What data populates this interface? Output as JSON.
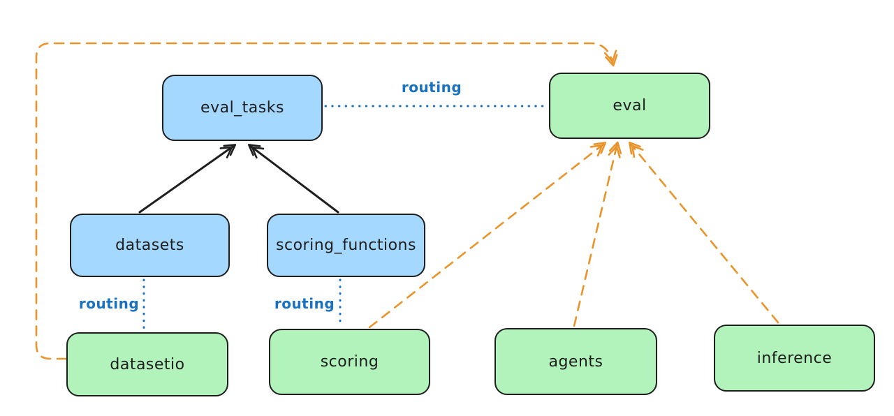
{
  "diagram": {
    "kind": "excalidraw-style architecture diagram",
    "nodes": [
      {
        "id": "eval_tasks",
        "label": "eval_tasks",
        "color": "blue"
      },
      {
        "id": "eval",
        "label": "eval",
        "color": "green"
      },
      {
        "id": "datasets",
        "label": "datasets",
        "color": "blue"
      },
      {
        "id": "scoring_functions",
        "label": "scoring_functions",
        "color": "blue"
      },
      {
        "id": "datasetio",
        "label": "datasetio",
        "color": "green"
      },
      {
        "id": "scoring",
        "label": "scoring",
        "color": "green"
      },
      {
        "id": "agents",
        "label": "agents",
        "color": "green"
      },
      {
        "id": "inference",
        "label": "inference",
        "color": "green"
      }
    ],
    "edges": [
      {
        "from": "datasets",
        "to": "eval_tasks",
        "style": "solid",
        "color": "black",
        "arrow": true,
        "label": ""
      },
      {
        "from": "scoring_functions",
        "to": "eval_tasks",
        "style": "solid",
        "color": "black",
        "arrow": true,
        "label": ""
      },
      {
        "from": "eval_tasks",
        "to": "eval",
        "style": "dotted",
        "color": "blue",
        "arrow": false,
        "label": "routing"
      },
      {
        "from": "datasets",
        "to": "datasetio",
        "style": "dotted",
        "color": "blue",
        "arrow": false,
        "label": "routing"
      },
      {
        "from": "scoring_functions",
        "to": "scoring",
        "style": "dotted",
        "color": "blue",
        "arrow": false,
        "label": "routing"
      },
      {
        "from": "datasetio",
        "to": "eval",
        "style": "dashed",
        "color": "orange",
        "arrow": true,
        "label": ""
      },
      {
        "from": "scoring",
        "to": "eval",
        "style": "dashed",
        "color": "orange",
        "arrow": true,
        "label": ""
      },
      {
        "from": "agents",
        "to": "eval",
        "style": "dashed",
        "color": "orange",
        "arrow": true,
        "label": ""
      },
      {
        "from": "inference",
        "to": "eval",
        "style": "dashed",
        "color": "orange",
        "arrow": true,
        "label": ""
      }
    ],
    "edge_labels": {
      "eval_tasks_eval": "routing",
      "datasets_datasetio": "routing",
      "scoring_functions_scoring": "routing"
    }
  },
  "colors": {
    "node_blue_fill": "#a5d8ff",
    "node_green_fill": "#b2f2bb",
    "node_stroke": "#1e1e1e",
    "arrow_black": "#1e1e1e",
    "arrow_orange": "#e8942a",
    "routing_blue": "#1971c2",
    "canvas_bg": "#ffffff"
  }
}
